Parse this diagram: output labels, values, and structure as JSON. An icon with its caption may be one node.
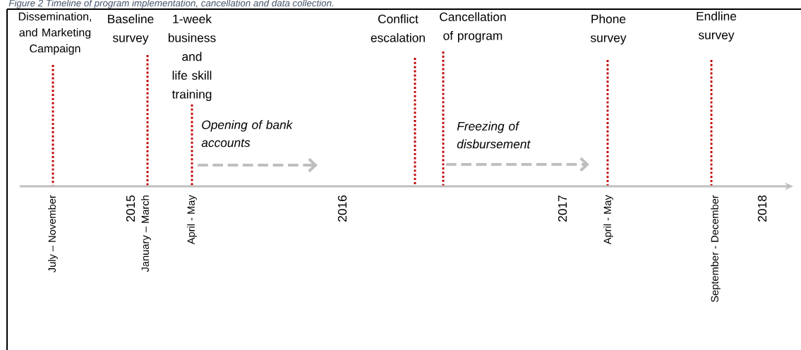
{
  "diagram": {
    "title": "Figure 2 Timeline of program implementation, cancellation and data collection.",
    "labels": [
      "Dissemination, and Marketing Campaign",
      "Baseline survey",
      "1-week business and life skill training",
      "Conflict escalation",
      "Cancellation of program",
      "Phone survey",
      "Endline survey",
      "Opening of bank accounts",
      "Freezing of disbursement",
      "July – November",
      "2015",
      "January – March",
      "April - May",
      "2016",
      "2017",
      "April - May",
      "September - December",
      "2018"
    ]
  }
}
